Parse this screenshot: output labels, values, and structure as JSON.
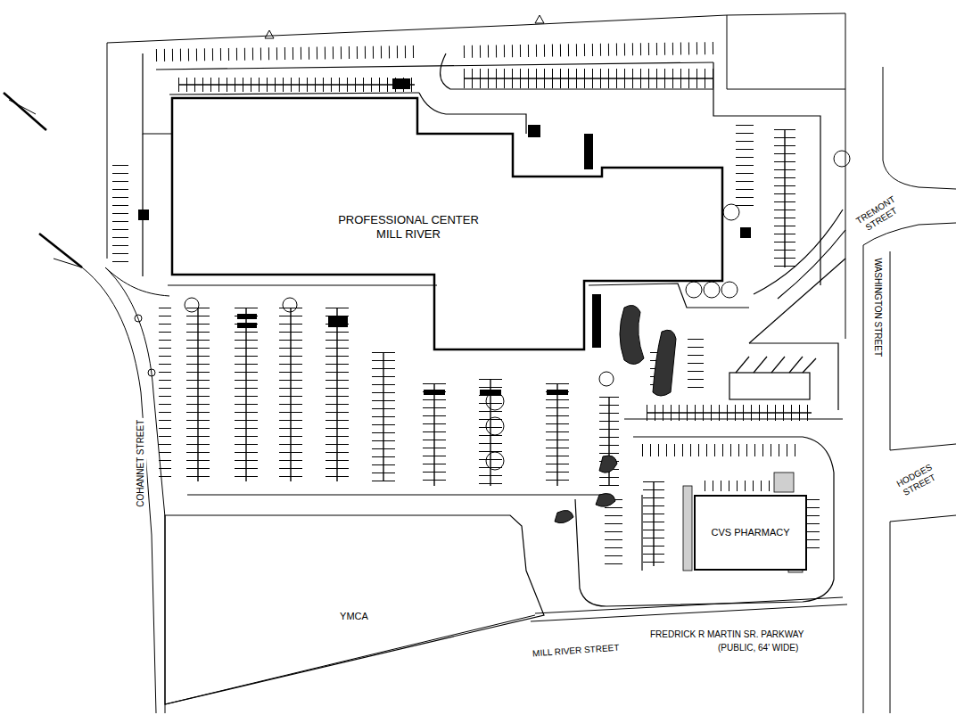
{
  "diagram": {
    "nodes": [
      {
        "text": [
          "PROFESSIONAL CENTER MILL RIVER"
        ]
      },
      {
        "text": [
          "CVS PHARMACY"
        ]
      },
      {
        "text": [
          "YMCA"
        ]
      }
    ],
    "labels": [
      "COHANNET STREET",
      "TREMONT STREET",
      "WASHINGTON STREET",
      "HODGES STREET",
      "MILL RIVER STREET",
      "FREDRICK R MARTIN SR. PARKWAY",
      "(PUBLIC, 64' WIDE)"
    ]
  }
}
